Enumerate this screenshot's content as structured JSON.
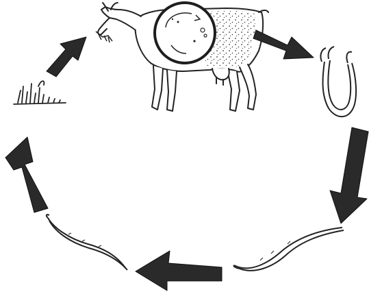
{
  "diagram": {
    "type": "life-cycle",
    "stages": [
      {
        "name": "goat-host-with-stomach-inset",
        "kind": "illustration"
      },
      {
        "name": "adult-worm-stage",
        "kind": "illustration"
      },
      {
        "name": "large-larva-stage",
        "kind": "illustration"
      },
      {
        "name": "small-larva-stage",
        "kind": "illustration"
      },
      {
        "name": "grass-with-larva",
        "kind": "illustration"
      }
    ],
    "arrows": [
      {
        "name": "arrow-goat-to-adult-worm",
        "direction": "down-right"
      },
      {
        "name": "arrow-adult-worm-to-large-larva",
        "direction": "down"
      },
      {
        "name": "arrow-large-larva-to-small-larva",
        "direction": "left"
      },
      {
        "name": "arrow-small-larva-to-grass",
        "direction": "up"
      },
      {
        "name": "arrow-grass-to-goat",
        "direction": "up-right"
      }
    ],
    "colors": {
      "ink": "#222222",
      "arrow": "#2a2a2a",
      "background": "#ffffff"
    }
  }
}
